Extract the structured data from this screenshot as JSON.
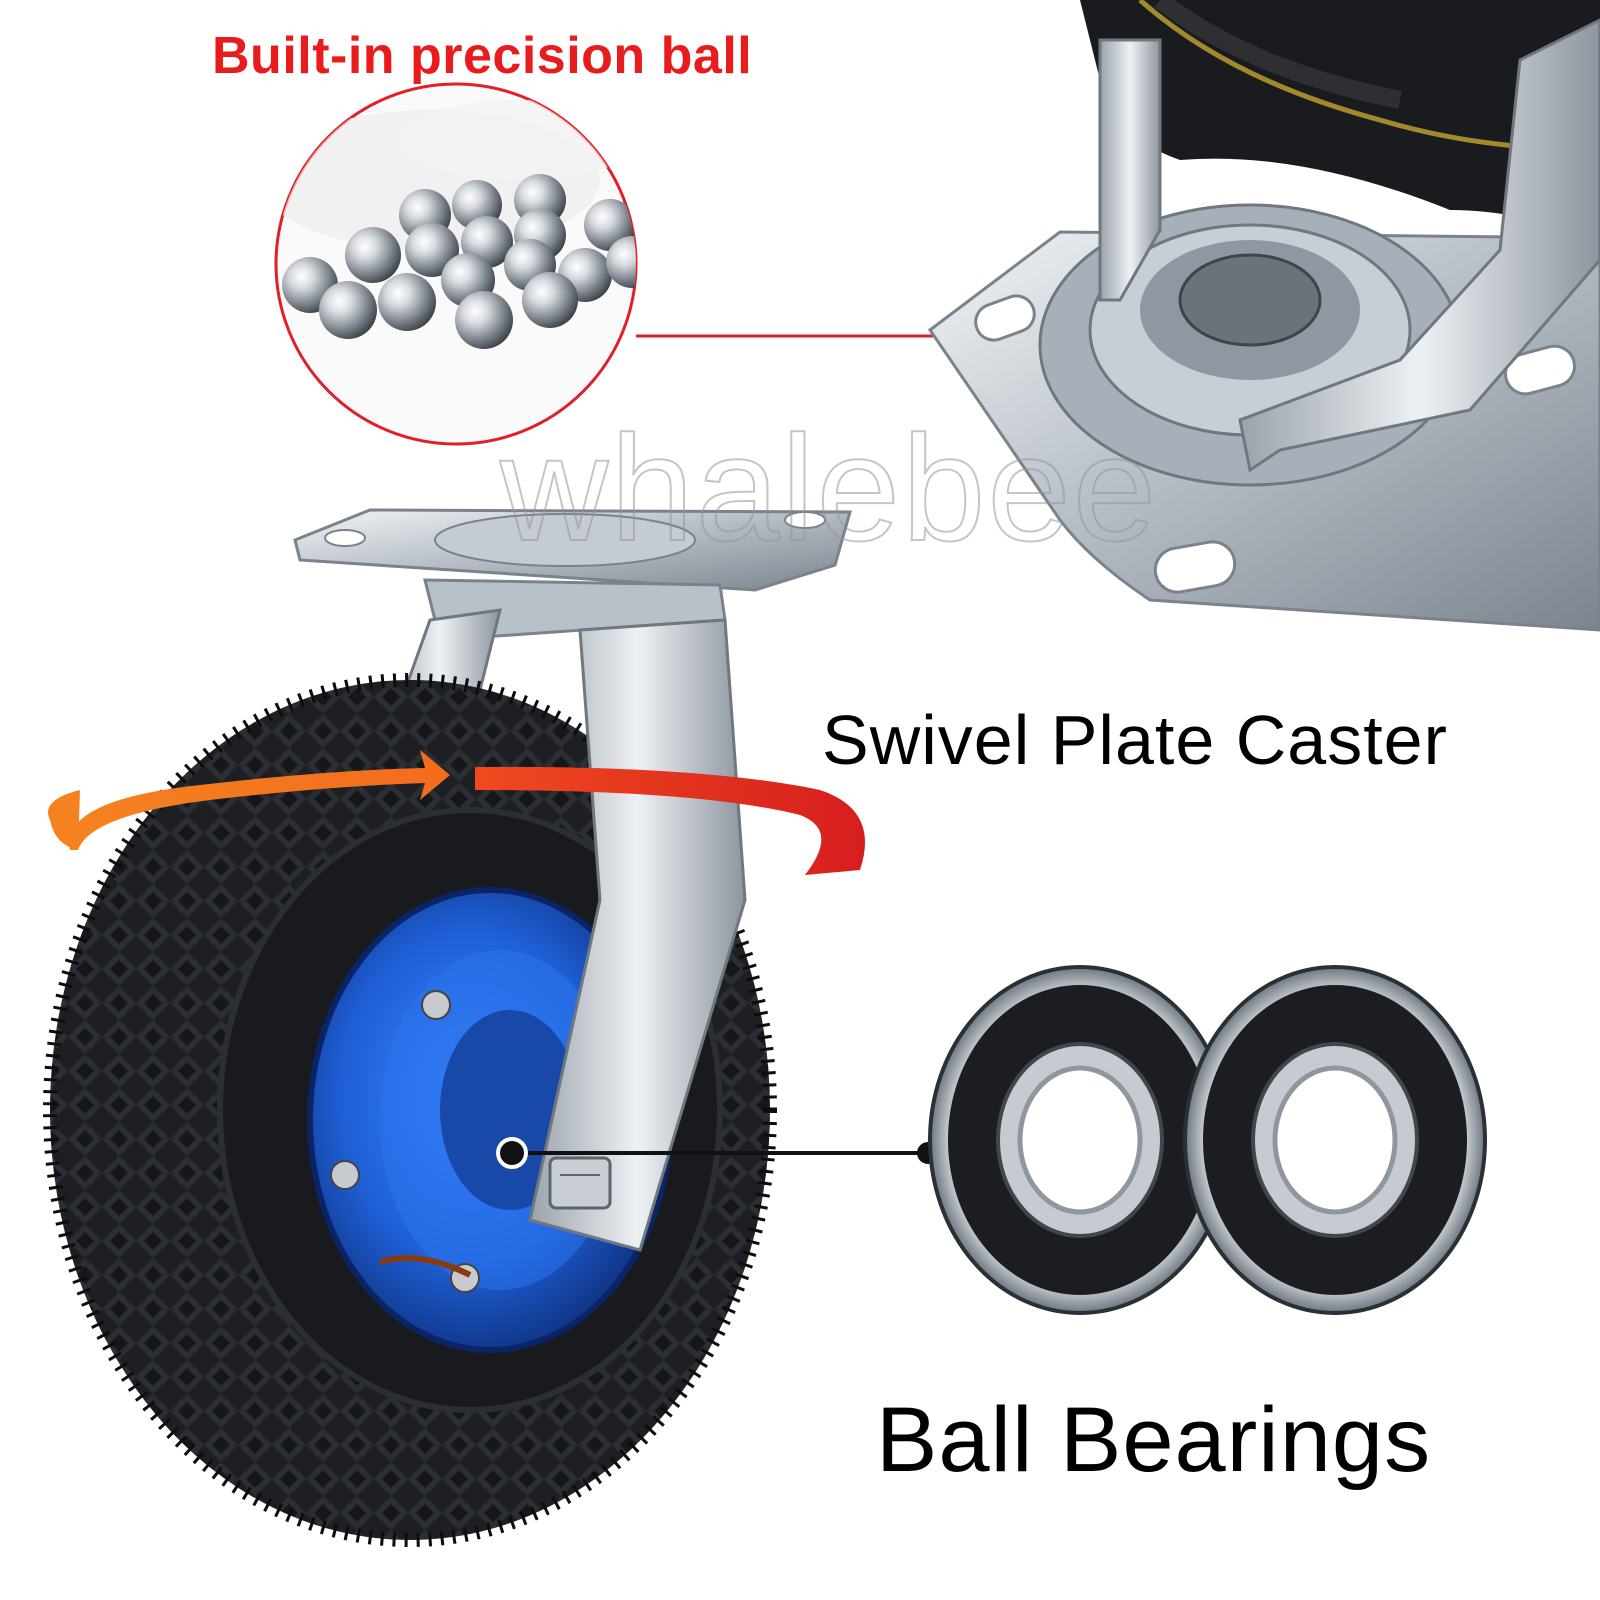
{
  "labels": {
    "precision_ball": "Built-in precision ball",
    "swivel_plate": "Swivel Plate Caster",
    "ball_bearings": "Ball Bearings"
  },
  "watermark": "whalebee",
  "colors": {
    "precision_label": "#e81c1c",
    "callout_red": "#e01f26",
    "callout_black": "#111111",
    "text_black": "#000000",
    "rim_blue": "#1f5fd6",
    "tire_black": "#1d1f22",
    "arrow_orange": "#f58220",
    "arrow_red": "#e0281e"
  }
}
